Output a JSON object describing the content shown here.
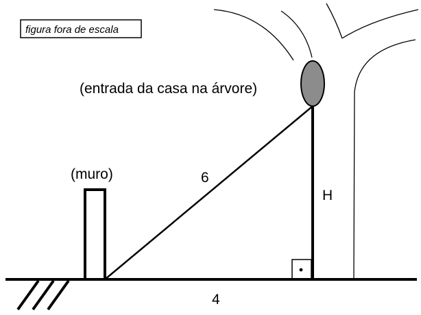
{
  "note": "figura fora de escala",
  "labels": {
    "entrance": "(entrada da casa na árvore)",
    "wall": "(muro)",
    "hypotenuse": "6",
    "height": "H",
    "base": "4"
  },
  "colors": {
    "stroke": "#000000",
    "entrance_fill": "#8c8c8c",
    "background": "#ffffff"
  }
}
